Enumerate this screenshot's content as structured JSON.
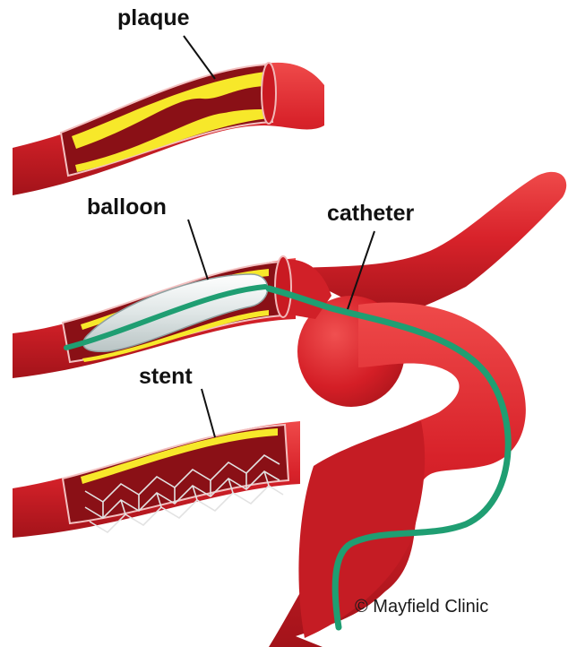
{
  "labels": {
    "plaque": "plaque",
    "balloon": "balloon",
    "catheter": "catheter",
    "stent": "stent"
  },
  "copyright": "© Mayfield Clinic",
  "colors": {
    "artery": "#d8222a",
    "artery_dark": "#a3131a",
    "lumen": "#7a0f14",
    "plaque": "#f7e82a",
    "catheter": "#1f9e72",
    "balloon": "#e9eeee",
    "stent": "#dcdcdc",
    "leader_line": "#111111"
  }
}
